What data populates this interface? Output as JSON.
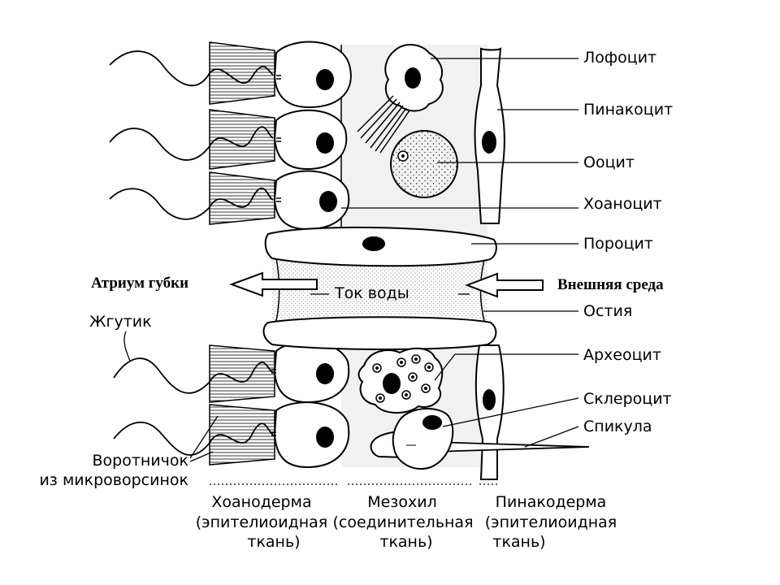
{
  "labels": {
    "lophocyte": "Лофоцит",
    "pinacocyte": "Пинакоцит",
    "oocyte": "Ооцит",
    "choanocyte": "Хоаноцит",
    "porocyte": "Пороцит",
    "atrium": "Атриум губки",
    "water_flow": "Ток воды",
    "outer_env": "Внешняя среда",
    "ostium": "Остия",
    "flagellum": "Жгутик",
    "archaeocyte": "Археоцит",
    "sclerocyte": "Склероцит",
    "spicule": "Спикула",
    "collar_line1": "Воротничок",
    "collar_line2": "из микроворсинок"
  },
  "layers": {
    "choanoderm": {
      "name": "Хоанодерма",
      "line2": "(эпителиоидная",
      "line3": "ткань)"
    },
    "mesohyl": {
      "name": "Мезохил",
      "line2": "(соединительная",
      "line3": "ткань)"
    },
    "pinacoderm": {
      "name": "Пинакодерма",
      "line2": "(эпителиоидная",
      "line3": "ткань)"
    }
  },
  "colors": {
    "ink": "#000000",
    "mesohyl_fill": "#f1f1f1",
    "pore_fill": "#dcdcdc",
    "background": "#ffffff"
  }
}
